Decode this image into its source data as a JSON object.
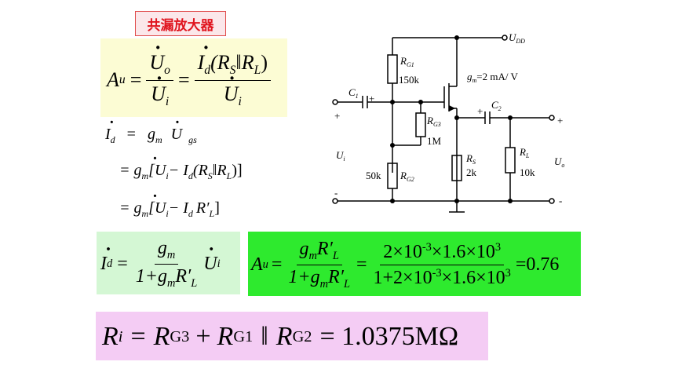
{
  "title": "共漏放大器",
  "yellow_formula": {
    "lhs": "A",
    "lhs_sub": "u",
    "eq": "=",
    "num1": "U",
    "num1_sub": "o",
    "den1": "U",
    "den1_sub": "i",
    "num2_pre": "I",
    "num2_pre_sub": "d",
    "num2_paren": "(R",
    "num2_rs_sub": "S",
    "num2_par": "‖",
    "num2_rl": "R",
    "num2_rl_sub": "L",
    "num2_close": ")",
    "den2": "U",
    "den2_sub": "i"
  },
  "derivation": {
    "line1_lhs": "I",
    "line1_lhs_sub": "d",
    "line1_eq": "=",
    "line1_gm": "g",
    "line1_gm_sub": "m",
    "line1_u": "U",
    "line1_u_sub": "gs",
    "line2": "= g",
    "line2_sub": "m",
    "line2_rest": "[U",
    "line2_ui_sub": "i",
    "line2_minus": "− I",
    "line2_id_sub": "d",
    "line2_paren": "(R",
    "line2_rs_sub": "S",
    "line2_par": "‖R",
    "line2_rl_sub": "L",
    "line2_close": ")]",
    "line3": "= g",
    "line3_sub": "m",
    "line3_rest": "[U",
    "line3_ui_sub": "i",
    "line3_minus": "− I",
    "line3_id_sub": "d",
    "line3_r": "R′",
    "line3_r_sub": "L",
    "line3_close": "]"
  },
  "green1": {
    "lhs": "I",
    "lhs_sub": "d",
    "eq": "=",
    "num": "g",
    "num_sub": "m",
    "den_pre": "1+g",
    "den_sub": "m",
    "den_r": "R′",
    "den_r_sub": "L",
    "ui": "U",
    "ui_sub": "i"
  },
  "green2": {
    "lhs": "A",
    "lhs_sub": "u",
    "eq1": "=",
    "num1": "g",
    "num1_sub": "m",
    "num1_r": "R′",
    "num1_r_sub": "L",
    "den1_pre": "1+g",
    "den1_sub": "m",
    "den1_r": "R′",
    "den1_r_sub": "L",
    "eq2": "=",
    "num2": "2×10",
    "num2_sup": "-3",
    "num2_rest": "×1.6×10",
    "num2_sup2": "3",
    "den2": "1+2×10",
    "den2_sup": "-3",
    "den2_rest": "×1.6×10",
    "den2_sup2": "3",
    "result": "=0.76"
  },
  "pink": {
    "ri": "R",
    "ri_sub": "i",
    "eq": "=",
    "rg3": "R",
    "rg3_sub": "G3",
    "plus": "+",
    "rg1": "R",
    "rg1_sub": "G1",
    "par": "‖",
    "rg2": "R",
    "rg2_sub": "G2",
    "result": "= 1.0375MΩ"
  },
  "circuit": {
    "udd": "U",
    "udd_sub": "DD",
    "rg1": "R",
    "rg1_sub": "G1",
    "rg1_val": "150k",
    "gm": "g",
    "gm_sub": "m",
    "gm_val": "=2 mA/ V",
    "c1": "C",
    "c1_sub": "1",
    "c2": "C",
    "c2_sub": "2",
    "rg3": "R",
    "rg3_sub": "G3",
    "rg3_val": "1M",
    "ui": "U",
    "ui_sub": "i",
    "rg2_val": "50k",
    "rg2": "R",
    "rg2_sub": "G2",
    "rs": "R",
    "rs_sub": "S",
    "rs_val": "2k",
    "rl": "R",
    "rl_sub": "L",
    "rl_val": "10k",
    "uo": "U",
    "uo_sub": "o",
    "plus": "+",
    "minus": "-"
  }
}
